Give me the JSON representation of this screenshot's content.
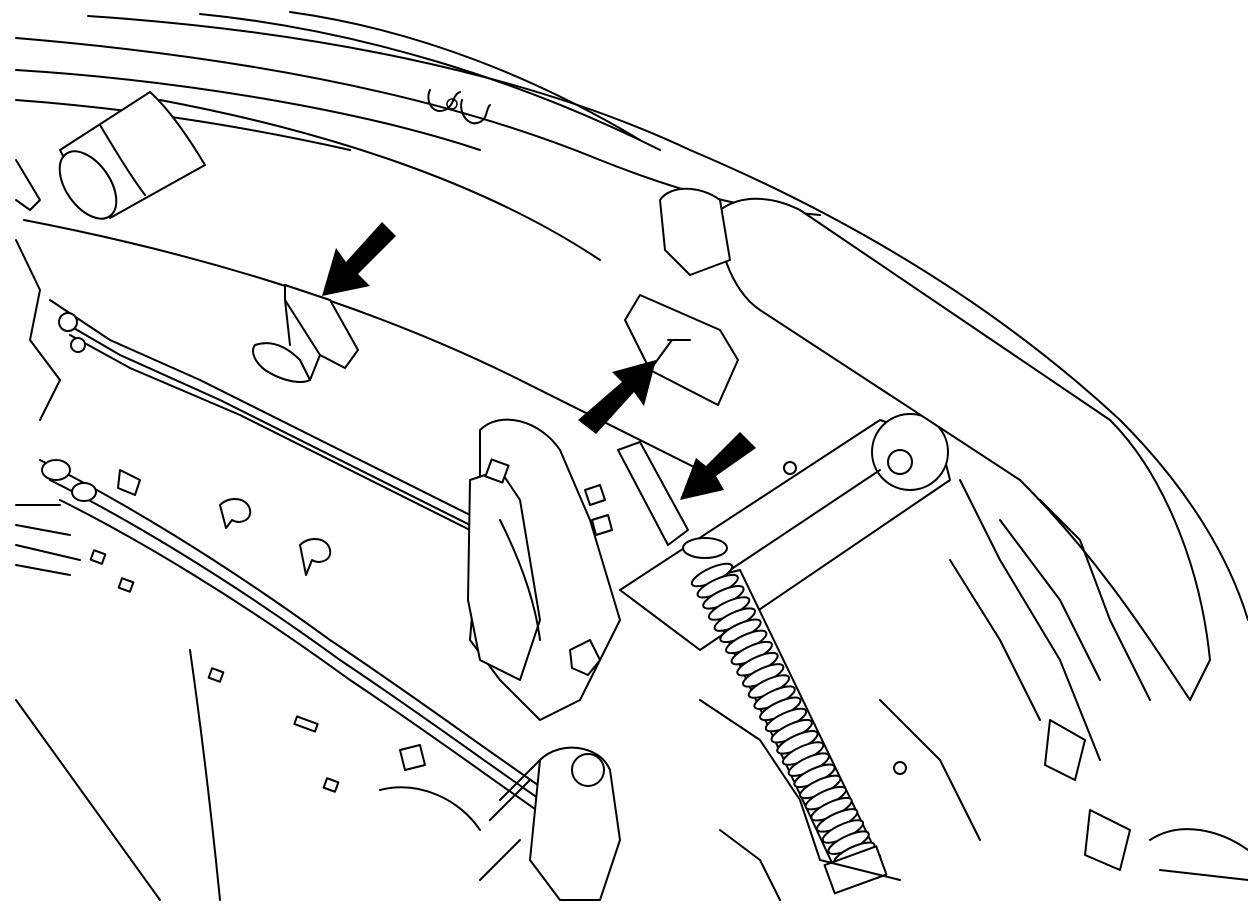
{
  "diagram": {
    "callouts": [
      {
        "id": "arrow-clip-left",
        "direction": "down-left"
      },
      {
        "id": "arrow-cap-up",
        "direction": "up-right"
      },
      {
        "id": "arrow-strap",
        "direction": "down-left"
      }
    ],
    "colors": {
      "ink": "#000000",
      "paper": "#ffffff"
    }
  }
}
